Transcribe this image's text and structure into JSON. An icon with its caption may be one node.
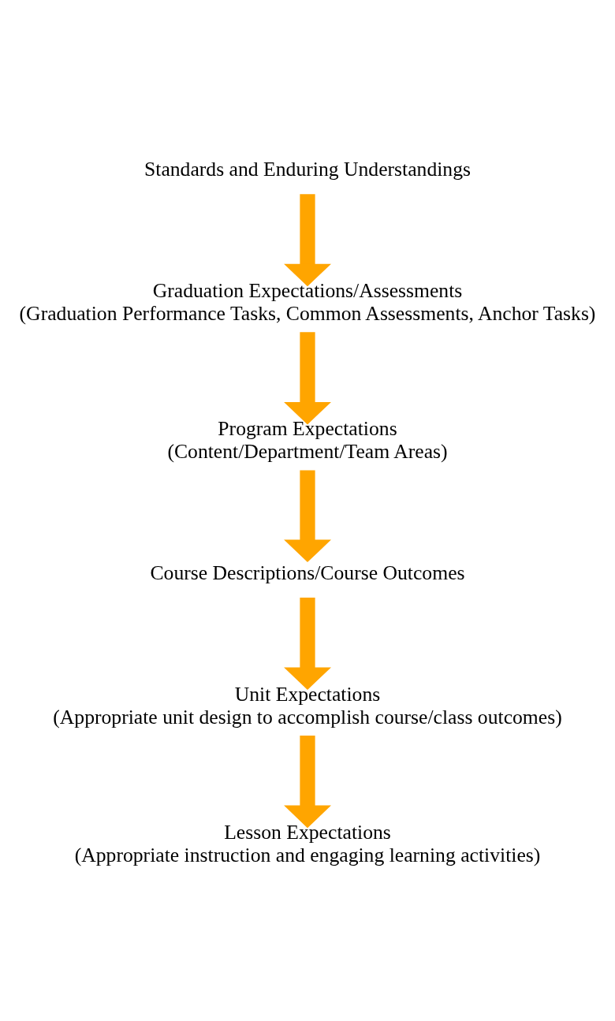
{
  "diagram": {
    "nodes": [
      {
        "text": [
          "Standards and Enduring Understandings"
        ]
      },
      {
        "text": [
          "Graduation Expectations/Assessments",
          "(Graduation Performance Tasks, Common Assessments, Anchor Tasks)"
        ]
      },
      {
        "text": [
          "Program Expectations",
          "(Content/Department/Team Areas)"
        ]
      },
      {
        "text": [
          "Course Descriptions/Course Outcomes"
        ]
      },
      {
        "text": [
          "Unit Expectations",
          "(Appropriate unit design to accomplish course/class outcomes)"
        ]
      },
      {
        "text": [
          "Lesson Expectations",
          "(Appropriate instruction and engaging learning activities)"
        ]
      }
    ],
    "edges": [
      {
        "from": 0,
        "to": 1,
        "arrow": "to"
      },
      {
        "from": 1,
        "to": 2,
        "arrow": "to"
      },
      {
        "from": 2,
        "to": 3,
        "arrow": "to"
      },
      {
        "from": 3,
        "to": 4,
        "arrow": "to"
      },
      {
        "from": 4,
        "to": 5,
        "arrow": "to"
      }
    ]
  }
}
